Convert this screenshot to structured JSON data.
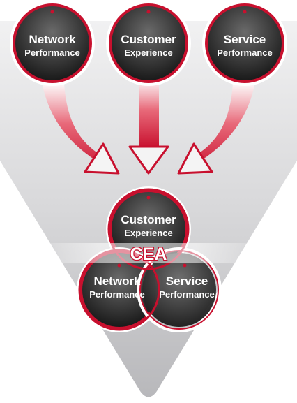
{
  "circles_top": [
    {
      "line1": "Network",
      "line2": "Performance"
    },
    {
      "line1": "Customer",
      "line2": "Experience"
    },
    {
      "line1": "Service",
      "line2": "Performance"
    }
  ],
  "venn": {
    "top": {
      "line1": "Customer",
      "line2": "Experience"
    },
    "left": {
      "line1": "Network",
      "line2": "Performance"
    },
    "right": {
      "line1": "Service",
      "line2": "Performance"
    },
    "center_label": "CEA"
  },
  "colors": {
    "accent": "#c8102e",
    "circle_dark": "#2a2a2a",
    "funnel_light": "#e9e9ea",
    "funnel_dark": "#b5b5b8"
  }
}
